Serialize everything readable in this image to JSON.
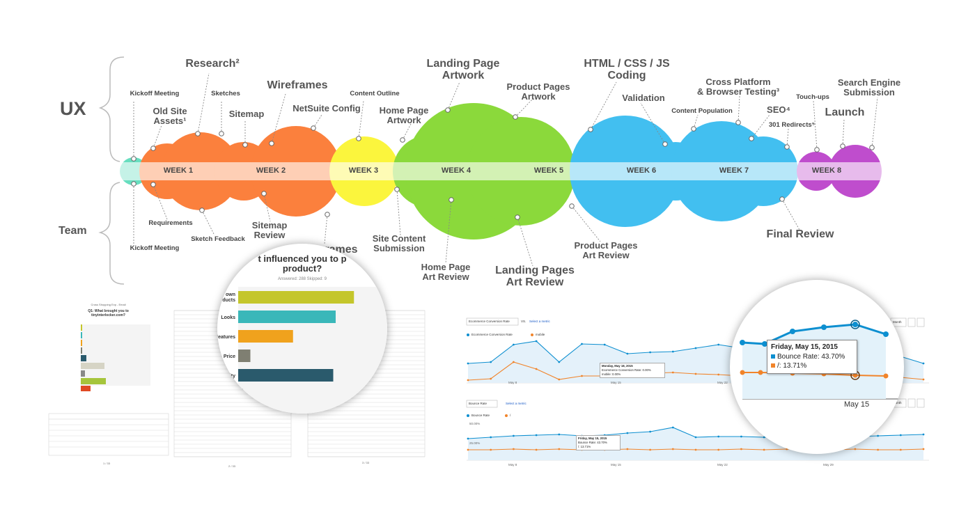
{
  "lanes": {
    "ux": "UX",
    "team": "Team"
  },
  "weeks": [
    "WEEK 1",
    "WEEK 2",
    "WEEK 3",
    "WEEK 4",
    "WEEK 5",
    "WEEK 6",
    "WEEK 7",
    "WEEK 8"
  ],
  "ux_labels": {
    "kickoff": "Kickoff Meeting",
    "research": "Research²",
    "old_site_1": "Old Site",
    "old_site_2": "Assets¹",
    "sketches": "Sketches",
    "sitemap": "Sitemap",
    "wireframes": "Wireframes",
    "netsuite": "NetSuite Config",
    "content_outline": "Content Outline",
    "home_art_1": "Home Page",
    "home_art_2": "Artwork",
    "landing_art_1": "Landing Page",
    "landing_art_2": "Artwork",
    "product_art_1": "Product Pages",
    "product_art_2": "Artwork",
    "coding_1": "HTML / CSS / JS",
    "coding_2": "Coding",
    "validation": "Validation",
    "content_population": "Content Population",
    "cross_1": "Cross Platform",
    "cross_2": "& Browser Testing³",
    "seo": "SEO⁴",
    "redirects": "301 Redirects⁵",
    "touchups": "Touch-ups",
    "launch": "Launch",
    "search_1": "Search Engine",
    "search_2": "Submission"
  },
  "team_labels": {
    "requirements": "Requirements",
    "kickoff": "Kickoff Meeting",
    "sketch_feedback": "Sketch Feedback",
    "sitemap_review_1": "Sitemap",
    "sitemap_review_2": "Review",
    "frames": "rames",
    "site_content_1": "Site Content",
    "site_content_2": "Submission",
    "home_review_1": "Home Page",
    "home_review_2": "Art Review",
    "landing_review_1": "Landing Pages",
    "landing_review_2": "Art Review",
    "product_review_1": "Product Pages",
    "product_review_2": "Art Review",
    "final_review": "Final Review"
  },
  "survey": {
    "question_1": "t influenced you to p",
    "question_2": "product?",
    "answered": "Answered: 288   Skipped: 9",
    "small_title": "Cross Shopping Exp - Email",
    "small_question_1": "Q1: What brought you to",
    "small_question_2": "tinyinterlocker.com?",
    "page_1": "1 / 33",
    "page_2": "2 / 33",
    "page_3": "3 / 33",
    "bar_labels": [
      "own\nducts",
      "Looks",
      "Features",
      "Price",
      "ality",
      ""
    ],
    "bar_values": [
      95,
      80,
      45,
      10,
      78,
      4
    ],
    "bar_colors": [
      "#c4c62b",
      "#3ab7b9",
      "#f0a21d",
      "#7f7f72",
      "#2a5a6c",
      "#cccccc"
    ]
  },
  "analytics": {
    "metric_1": "Ecommerce Conversion Rate",
    "vs": "VS.",
    "select_metric": "Select a metric",
    "legend_1a": "Ecommerce Conversion Rate",
    "legend_1b": "mobile",
    "metric_2": "Bounce Rate",
    "legend_2a": "Bounce Rate",
    "legend_2b": "/",
    "month_btn": "Month",
    "tip1_date": "Monday, May 18, 2015",
    "tip1_a": "Ecommerce Conversion Rate: 0.00%",
    "tip1_b": "mobile: 0.00%",
    "tip2_date": "Friday, May 15, 2015",
    "tip2_a": "Bounce Rate: 43.70%",
    "tip2_b": "/: 13.71%",
    "y_label_a": "50.00%",
    "y_label_b": "25.00%",
    "x_labels": [
      "May 8",
      "May 15",
      "May 22",
      "May 29"
    ],
    "zoom_date": "Friday, May 15, 2015",
    "zoom_a": "Bounce Rate: 43.70%",
    "zoom_b": "/: 13.71%",
    "zoom_axis": "May 15"
  },
  "colors": {
    "teal": "#4dd9b5",
    "orange": "#fb6a1c",
    "yellow": "#fbf41c",
    "green": "#77d31a",
    "blue": "#22b5ee",
    "purple": "#b42fc5",
    "ga_blue": "#0d8fd0",
    "ga_orange": "#f1842a"
  }
}
